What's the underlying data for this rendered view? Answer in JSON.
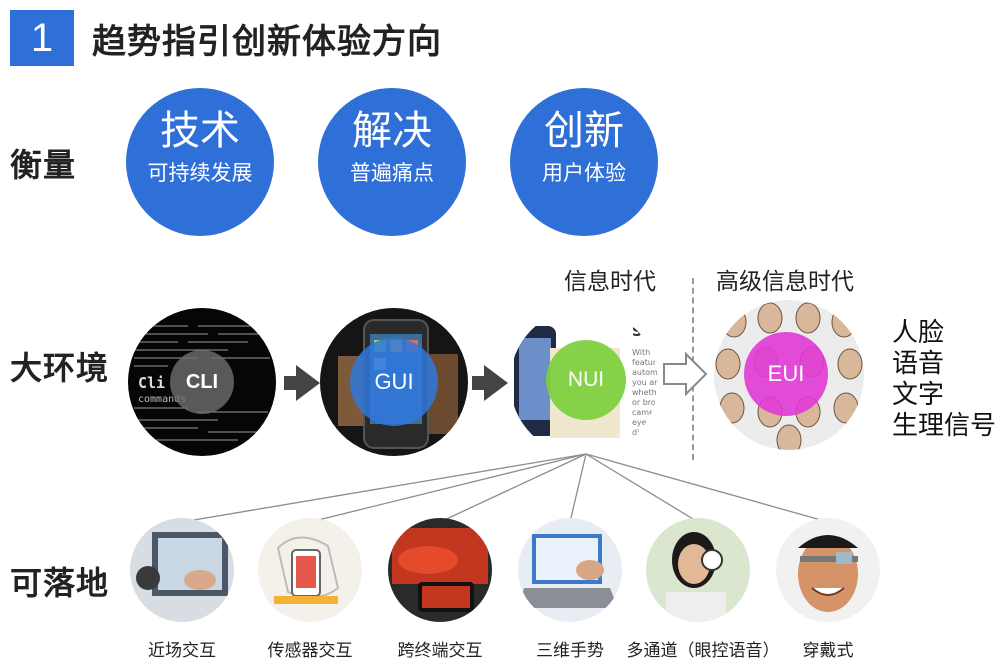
{
  "header": {
    "number": "1",
    "title": "趋势指引创新体验方向"
  },
  "rows": {
    "measure": "衡量",
    "environment": "大环境",
    "landing": "可落地"
  },
  "measures": [
    {
      "big": "技术",
      "small": "可持续发展"
    },
    {
      "big": "解决",
      "small": "普遍痛点"
    },
    {
      "big": "创新",
      "small": "用户体验"
    }
  ],
  "eras": {
    "info": "信息时代",
    "advanced": "高级信息时代"
  },
  "interfaces": [
    {
      "label": "CLI",
      "snippet": "Cli",
      "snippet2": "commands"
    },
    {
      "label": "GUI"
    },
    {
      "label": "NUI",
      "snippet": "Sm",
      "snippet2": "With the\nfeature, (\nautomatic\nyou are i\nwhether\nor brow\ncamer\neyes\ndi"
    },
    {
      "label": "EUI"
    }
  ],
  "modalities": [
    "人脸",
    "语音",
    "文字",
    "生理信号"
  ],
  "landing_items": [
    "近场交互",
    "传感器交互",
    "跨终端交互",
    "三维手势",
    "多通道（眼控语音）",
    "穿戴式"
  ],
  "colors": {
    "accent": "#2f6fd8",
    "nui": "#7ccf3c",
    "eui": "#e03ad6"
  }
}
